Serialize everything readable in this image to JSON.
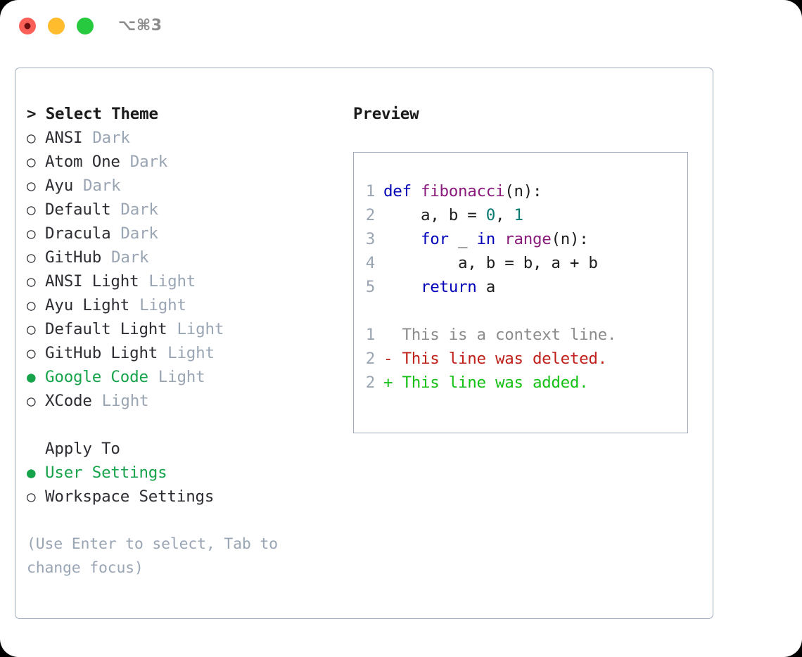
{
  "window": {
    "shortcut": "⌥⌘3",
    "traffic_lights": [
      {
        "name": "close",
        "color": "#fb6058"
      },
      {
        "name": "minimize",
        "color": "#ffbd2e"
      },
      {
        "name": "maximize",
        "color": "#27c93f"
      }
    ]
  },
  "theme_picker": {
    "title": "> Select Theme",
    "markers": {
      "selected": "●",
      "unselected": "○"
    },
    "accent": "#16a34a",
    "items": [
      {
        "label": "ANSI",
        "kind": "Dark",
        "selected": false
      },
      {
        "label": "Atom One",
        "kind": "Dark",
        "selected": false
      },
      {
        "label": "Ayu",
        "kind": "Dark",
        "selected": false
      },
      {
        "label": "Default",
        "kind": "Dark",
        "selected": false
      },
      {
        "label": "Dracula",
        "kind": "Dark",
        "selected": false
      },
      {
        "label": "GitHub",
        "kind": "Dark",
        "selected": false
      },
      {
        "label": "ANSI Light",
        "kind": "Light",
        "selected": false
      },
      {
        "label": "Ayu Light",
        "kind": "Light",
        "selected": false
      },
      {
        "label": "Default Light",
        "kind": "Light",
        "selected": false
      },
      {
        "label": "GitHub Light",
        "kind": "Light",
        "selected": false
      },
      {
        "label": "Google Code",
        "kind": "Light",
        "selected": true
      },
      {
        "label": "XCode",
        "kind": "Light",
        "selected": false
      }
    ]
  },
  "apply_to": {
    "title": "Apply To",
    "items": [
      {
        "label": "User Settings",
        "selected": true
      },
      {
        "label": "Workspace Settings",
        "selected": false
      }
    ]
  },
  "hint": "(Use Enter to select, Tab to change focus)",
  "preview": {
    "title": "Preview",
    "code_lines": [
      {
        "no": "1",
        "tokens": [
          {
            "t": "def ",
            "c": "kw"
          },
          {
            "t": "fibonacci",
            "c": "fn"
          },
          {
            "t": "(n):",
            "c": "pl"
          }
        ]
      },
      {
        "no": "2",
        "tokens": [
          {
            "t": "    a, b = ",
            "c": "pl"
          },
          {
            "t": "0",
            "c": "num"
          },
          {
            "t": ", ",
            "c": "pl"
          },
          {
            "t": "1",
            "c": "num"
          }
        ]
      },
      {
        "no": "3",
        "tokens": [
          {
            "t": "    for ",
            "c": "kw"
          },
          {
            "t": "_ ",
            "c": "pl"
          },
          {
            "t": "in ",
            "c": "kw"
          },
          {
            "t": "range",
            "c": "fn"
          },
          {
            "t": "(n):",
            "c": "pl"
          }
        ]
      },
      {
        "no": "4",
        "tokens": [
          {
            "t": "        a, b = b, a + b",
            "c": "pl"
          }
        ]
      },
      {
        "no": "5",
        "tokens": [
          {
            "t": "    return ",
            "c": "kw"
          },
          {
            "t": "a",
            "c": "pl"
          }
        ]
      }
    ],
    "diff_lines": [
      {
        "no": "1",
        "sign": "  ",
        "text": "This is a context line.",
        "kind": "ctx"
      },
      {
        "no": "2",
        "sign": "- ",
        "text": "This line was deleted.",
        "kind": "del"
      },
      {
        "no": "2",
        "sign": "+ ",
        "text": "This line was added.",
        "kind": "add"
      }
    ],
    "colors": {
      "keyword": "#0202b8",
      "function": "#8a1a7b",
      "number": "#0a7a72",
      "plain": "#1e1e1e",
      "lineno": "#9aa5b4",
      "diff_context": "#8c8c8c",
      "diff_deleted": "#c0201a",
      "diff_added": "#13c013",
      "border": "#9facbd"
    }
  }
}
